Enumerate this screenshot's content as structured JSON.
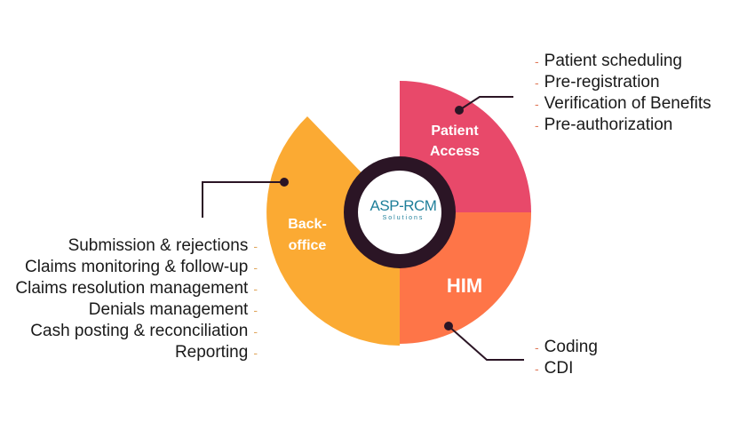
{
  "segments": {
    "patient_access": {
      "label_line1": "Patient",
      "label_line2": "Access",
      "color": "#e8496a"
    },
    "him": {
      "label": "HIM",
      "color": "#fe7548"
    },
    "back_office": {
      "label_line1": "Back-",
      "label_line2": "office",
      "color": "#fbaa33"
    }
  },
  "center": {
    "ring_color": "#2b1525",
    "logo_text": "ASP-RCM",
    "logo_sub": "Solutions",
    "logo_color": "#1f7f9a"
  },
  "patient_access_items": [
    "Patient scheduling",
    "Pre-registration",
    "Verification of Benefits",
    "Pre-authorization"
  ],
  "him_items": [
    "Coding",
    "CDI"
  ],
  "back_office_items": [
    "Submission & rejections",
    "Claims monitoring & follow-up",
    "Claims resolution management",
    "Denials management",
    "Cash posting & reconciliation",
    "Reporting"
  ],
  "list_dash": "-"
}
